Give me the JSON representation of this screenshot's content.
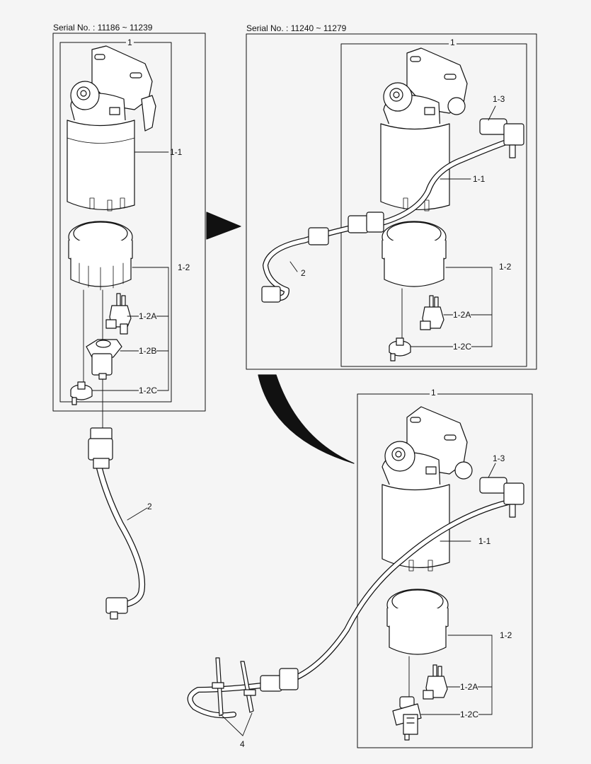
{
  "panels": {
    "left": {
      "serial": "Serial No. : 11186 ~ 11239",
      "labels": {
        "p1": "1",
        "p1_1": "1-1",
        "p1_2": "1-2",
        "p1_2A": "1-2A",
        "p1_2B": "1-2B",
        "p1_2C": "1-2C",
        "p2": "2"
      }
    },
    "right": {
      "serial": "Serial No. : 11240 ~ 11279",
      "labels": {
        "p1": "1",
        "p1_3": "1-3",
        "p1_1": "1-1",
        "p2": "2",
        "p1_2": "1-2",
        "p1_2A": "1-2A",
        "p1_2C": "1-2C"
      }
    },
    "lower": {
      "labels": {
        "p1": "1",
        "p1_3": "1-3",
        "p1_1": "1-1",
        "p1_2": "1-2",
        "p1_2A": "1-2A",
        "p1_2C": "1-2C",
        "p4": "4"
      }
    }
  },
  "colors": {
    "line": "#111111",
    "fill": "#ffffff",
    "background": "#f5f5f5"
  }
}
